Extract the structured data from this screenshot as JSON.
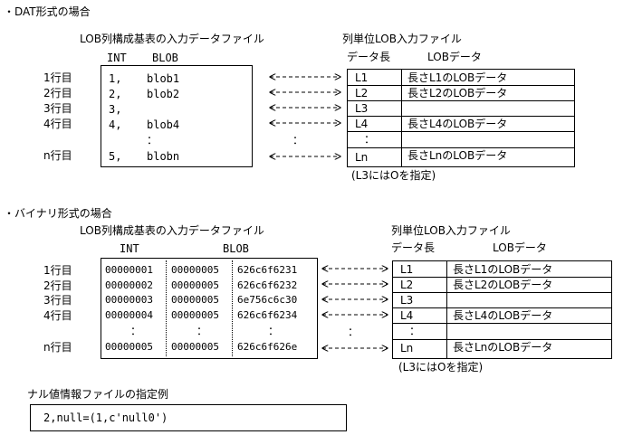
{
  "dat": {
    "title": "・DAT形式の場合",
    "file_title": "LOB列構成基表の入力データファイル",
    "col_int": "INT",
    "col_blob": "BLOB",
    "lob_title": "列単位LOB入力ファイル",
    "lob_col_len": "データ長",
    "lob_col_data": "LOBデータ",
    "rows": [
      {
        "label": "1行目",
        "int": "1,",
        "blob": "blob1",
        "len": "L1",
        "data": "長さL1のLOBデータ"
      },
      {
        "label": "2行目",
        "int": "2,",
        "blob": "blob2",
        "len": "L2",
        "data": "長さL2のLOBデータ"
      },
      {
        "label": "3行目",
        "int": "3,",
        "blob": "",
        "len": "L3",
        "data": ""
      },
      {
        "label": "4行目",
        "int": "4,",
        "blob": "blob4",
        "len": "L4",
        "data": "長さL4のLOBデータ"
      },
      {
        "label": "",
        "int": "",
        "blob": "：",
        "len": "：",
        "data": ""
      },
      {
        "label": "n行目",
        "int": "5,",
        "blob": "blobn",
        "len": "Ln",
        "data": "長さLnのLOBデータ"
      }
    ],
    "middle_dots": "：",
    "note": "(L3にはOを指定)"
  },
  "binary": {
    "title": "・バイナリ形式の場合",
    "file_title": "LOB列構成基表の入力データファイル",
    "col_int": "INT",
    "col_blob": "BLOB",
    "lob_title": "列単位LOB入力ファイル",
    "lob_col_len": "データ長",
    "lob_col_data": "LOBデータ",
    "rows": [
      {
        "label": "1行目",
        "c1": "00000001",
        "c2": "00000005",
        "c3": "626c6f6231",
        "len": "L1",
        "data": "長さL1のLOBデータ"
      },
      {
        "label": "2行目",
        "c1": "00000002",
        "c2": "00000005",
        "c3": "626c6f6232",
        "len": "L2",
        "data": "長さL2のLOBデータ"
      },
      {
        "label": "3行目",
        "c1": "00000003",
        "c2": "00000005",
        "c3": "6e756c6c30",
        "len": "L3",
        "data": ""
      },
      {
        "label": "4行目",
        "c1": "00000004",
        "c2": "00000005",
        "c3": "626c6f6234",
        "len": "L4",
        "data": "長さL4のLOBデータ"
      },
      {
        "label": "",
        "c1": "：",
        "c2": "：",
        "c3": "：",
        "len": "：",
        "data": ""
      },
      {
        "label": "n行目",
        "c1": "00000005",
        "c2": "00000005",
        "c3": "626c6f626e",
        "len": "Ln",
        "data": "長さLnのLOBデータ"
      }
    ],
    "middle_dots": "：",
    "note": "(L3にはOを指定)"
  },
  "null_spec": {
    "title": "ナル値情報ファイルの指定例",
    "value": "2,null=(1,c'null0')"
  }
}
